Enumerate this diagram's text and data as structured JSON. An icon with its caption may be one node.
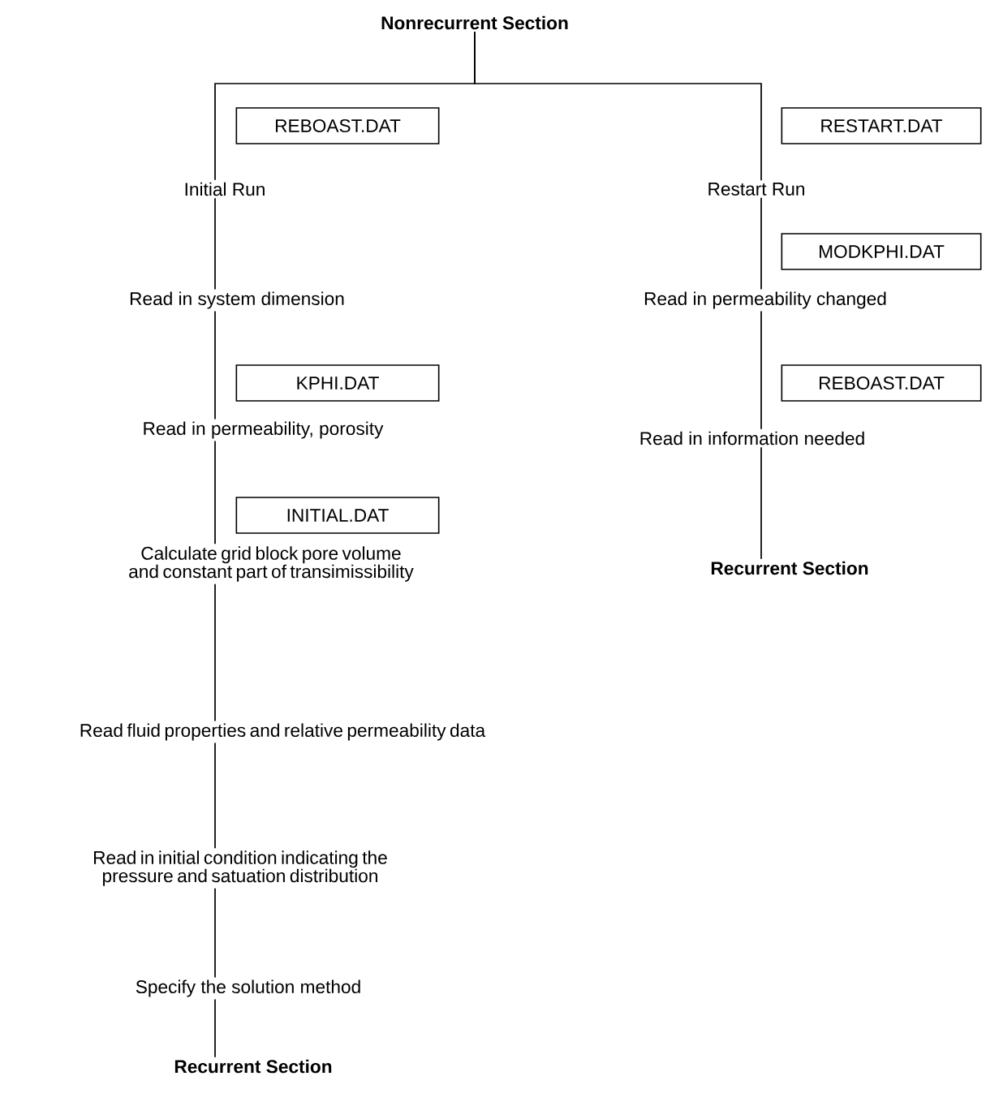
{
  "diagram": {
    "nodes": [
      {
        "text": [
          "Nonrecurrent Section"
        ]
      },
      {
        "text": [
          "Initial Run"
        ]
      },
      {
        "text": [
          "Restart Run"
        ]
      },
      {
        "text": [
          "Read in system dimension"
        ]
      },
      {
        "text": [
          "Read in permeability, porosity"
        ]
      },
      {
        "text": [
          "Calculate grid block pore volume and constant part of transimissibility"
        ]
      },
      {
        "text": [
          "Read fluid properties and relative permeability data"
        ]
      },
      {
        "text": [
          "Read in initial condition indicating the pressure and satuation distribution"
        ]
      },
      {
        "text": [
          "Specify the solution method"
        ]
      },
      {
        "text": [
          "Recurrent Section"
        ]
      },
      {
        "text": [
          "Read in permeability changed"
        ]
      },
      {
        "text": [
          "Read in information needed"
        ]
      },
      {
        "text": [
          "Recurrent Section"
        ]
      },
      {
        "text": [
          "REBOAST.DAT"
        ]
      },
      {
        "text": [
          "RESTART.DAT"
        ]
      },
      {
        "text": [
          "KPHI.DAT"
        ]
      },
      {
        "text": [
          "MODKPHI.DAT"
        ]
      },
      {
        "text": [
          "REBOAST.DAT"
        ]
      },
      {
        "text": [
          "INITIAL.DAT"
        ]
      }
    ],
    "edges": [
      {
        "from": 0,
        "to": 1,
        "arrow": "none"
      },
      {
        "from": 0,
        "to": 2,
        "arrow": "none"
      },
      {
        "from": 1,
        "to": 3,
        "arrow": "none"
      },
      {
        "from": 3,
        "to": 4,
        "arrow": "none"
      },
      {
        "from": 4,
        "to": 5,
        "arrow": "none"
      },
      {
        "from": 5,
        "to": 6,
        "arrow": "none"
      },
      {
        "from": 6,
        "to": 7,
        "arrow": "none"
      },
      {
        "from": 7,
        "to": 8,
        "arrow": "none"
      },
      {
        "from": 8,
        "to": 9,
        "arrow": "none"
      },
      {
        "from": 2,
        "to": 10,
        "arrow": "none"
      },
      {
        "from": 10,
        "to": 11,
        "arrow": "none"
      },
      {
        "from": 11,
        "to": 12,
        "arrow": "none"
      }
    ]
  }
}
